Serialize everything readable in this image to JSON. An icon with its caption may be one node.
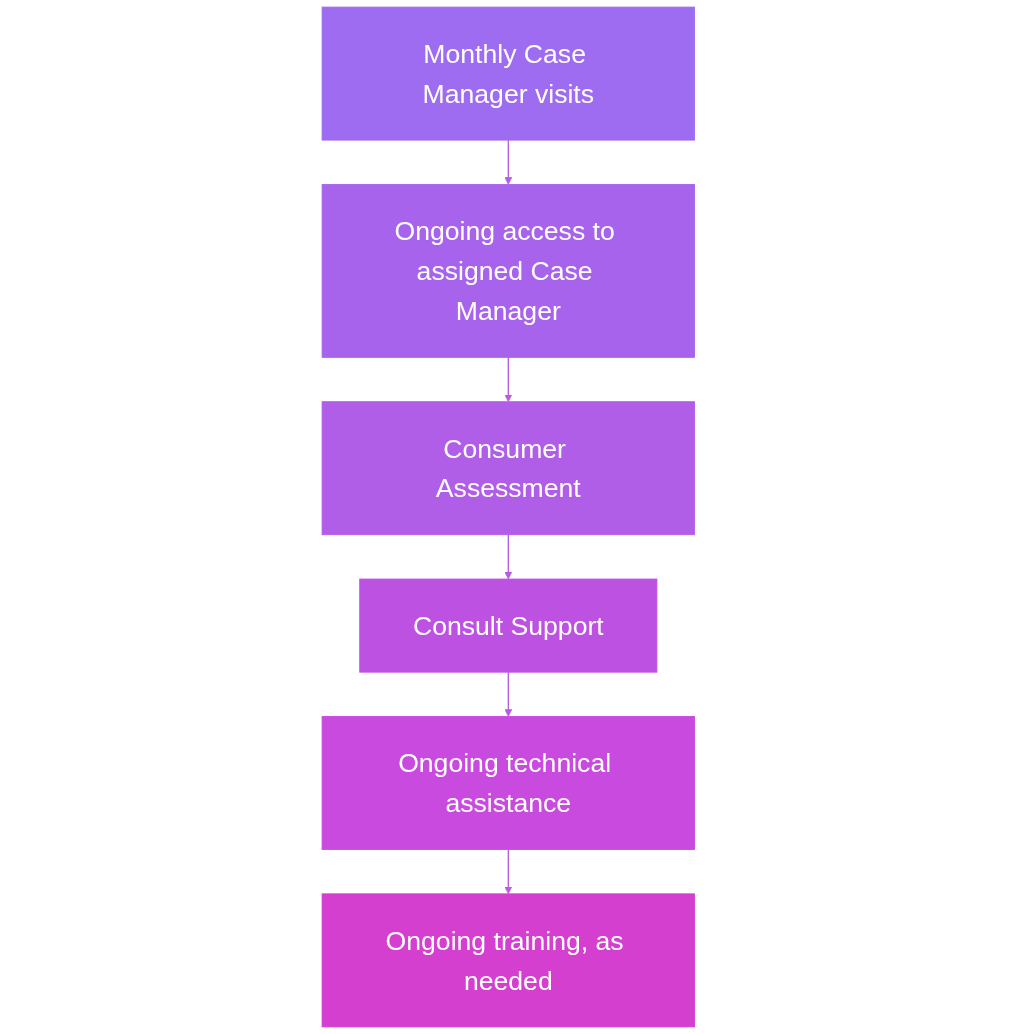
{
  "diagram": {
    "nodes": [
      {
        "text": [
          "Monthly Case Manager visits"
        ]
      },
      {
        "text": [
          "Ongoing access to assigned Case Manager"
        ]
      },
      {
        "text": [
          "Consumer Assessment"
        ]
      },
      {
        "text": [
          "Consult Support"
        ]
      },
      {
        "text": [
          "Ongoing technical assistance"
        ]
      },
      {
        "text": [
          "Ongoing training, as needed"
        ]
      }
    ],
    "edges": [
      {
        "from": 0,
        "to": 1,
        "arrow": "to"
      },
      {
        "from": 1,
        "to": 2,
        "arrow": "to"
      },
      {
        "from": 2,
        "to": 3,
        "arrow": "to"
      },
      {
        "from": 3,
        "to": 4,
        "arrow": "to"
      },
      {
        "from": 4,
        "to": 5,
        "arrow": "to"
      }
    ]
  }
}
